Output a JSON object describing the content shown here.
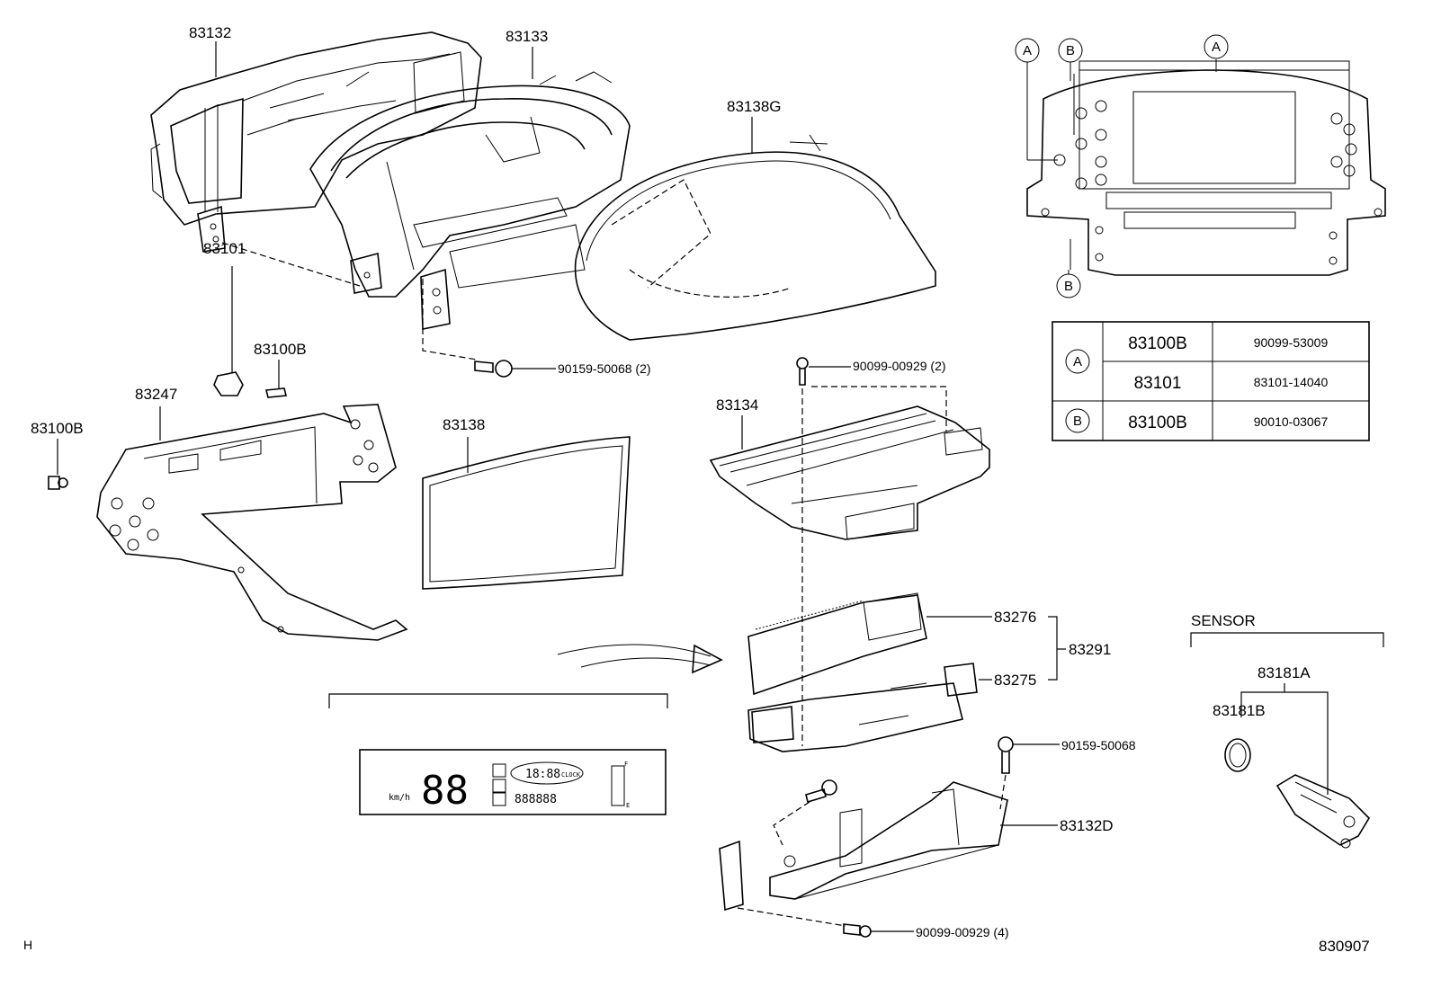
{
  "callouts": {
    "p83132": "83132",
    "p83133": "83133",
    "p83138G": "83138G",
    "p83101": "83101",
    "p83100B_top": "83100B",
    "p83247": "83247",
    "p83100B_left": "83100B",
    "p90159_50068_2": "90159-50068 (2)",
    "p83138": "83138",
    "p90099_00929_2": "90099-00929 (2)",
    "p83134": "83134",
    "p83276": "83276",
    "p83291": "83291",
    "p83275": "83275",
    "p90159_50068": "90159-50068",
    "p83132D": "83132D",
    "p90099_00929_4": "90099-00929 (4)"
  },
  "detail_view": {
    "markers": {
      "a_left": "A",
      "b_top": "B",
      "a_top": "A",
      "b_bottom": "B"
    }
  },
  "reference_table": {
    "rows": [
      {
        "marker": "A",
        "part": "83100B",
        "number": "90099-53009"
      },
      {
        "marker": "",
        "part": "83101",
        "number": "83101-14040"
      },
      {
        "marker": "B",
        "part": "83100B",
        "number": "90010-03067"
      }
    ]
  },
  "sensor": {
    "heading": "SENSOR",
    "p83181A": "83181A",
    "p83181B": "83181B"
  },
  "display": {
    "speed": "88",
    "clock_word": "CLOCK",
    "clock": "18:88",
    "unit": "km/h",
    "odometer": "888888",
    "fuel_mark": "F",
    "fuel_mark_e": "E"
  },
  "footer": {
    "corner_letter": "H",
    "diagram_id": "830907"
  }
}
